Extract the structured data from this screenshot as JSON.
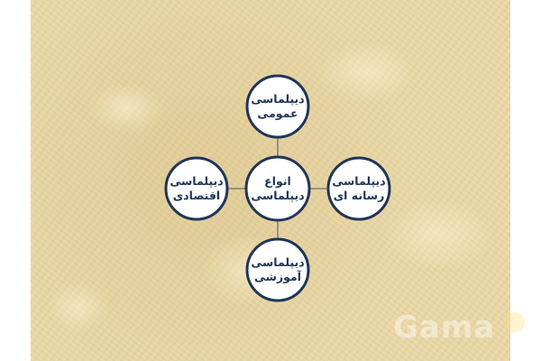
{
  "diagram": {
    "center": {
      "line1": "انواع",
      "line2": "دیپلماسی"
    },
    "top": {
      "line1": "دیپلماسی",
      "line2": "عمومی"
    },
    "right": {
      "line1": "دیپلماسی",
      "line2": "رسانه ای"
    },
    "bottom": {
      "line1": "دیپلماسی",
      "line2": "آموزشی"
    },
    "left": {
      "line1": "دیپلماسی",
      "line2": "اقتصادی"
    }
  },
  "watermark": {
    "text": "Gama"
  },
  "colors": {
    "circle_border": "#1f3558",
    "label_text": "#1f3558",
    "background": "#e9d6a4"
  }
}
